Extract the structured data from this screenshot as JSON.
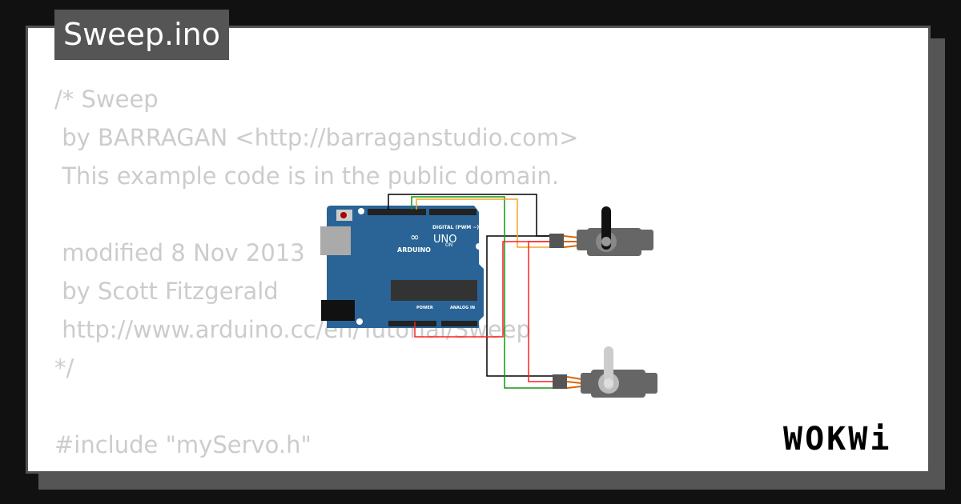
{
  "title": "Sweep.ino",
  "code_lines": [
    "/* Sweep",
    " by BARRAGAN <http://barraganstudio.com>",
    " This example code is in the public domain.",
    "",
    " modified 8 Nov 2013",
    " by Scott Fitzgerald",
    " http://www.arduino.cc/en/Tutorial/Sweep",
    "*/",
    "",
    "#include \"myServo.h\""
  ],
  "board": {
    "name": "UNO",
    "brand": "ARDUINO",
    "header_label": "DIGITAL (PWM ~)",
    "power_label": "POWER",
    "analog_label": "ANALOG IN",
    "on_label": "ON"
  },
  "brand_logo": "WOKWi",
  "colors": {
    "board": "#2a6496",
    "wire_black": "#000000",
    "wire_green": "#119911",
    "wire_orange": "#f5a623",
    "wire_red": "#ff2020",
    "tag_bg": "#555555"
  }
}
